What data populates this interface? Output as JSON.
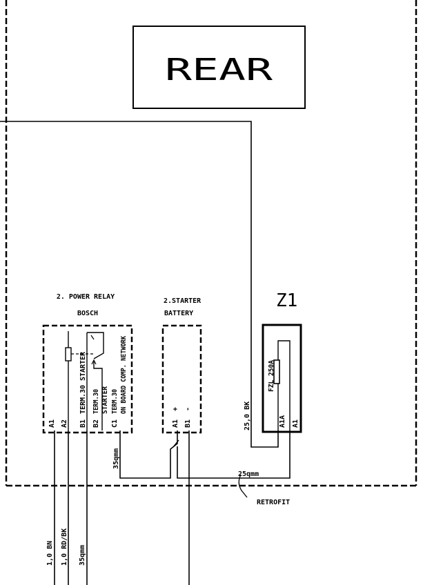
{
  "title_box": {
    "label": "REAR"
  },
  "power_relay": {
    "title_line1": "2. POWER RELAY",
    "title_line2": "BOSCH",
    "pins": {
      "a1": "A1",
      "a2": "A2",
      "b1": "B1",
      "b1_desc": "TERM.30 STARTER",
      "b2": "B2",
      "b2_desc_1": "TERM.30",
      "b2_desc_2": "STARTER",
      "c1": "C1",
      "c1_desc_1": "TERM.30",
      "c1_desc_2": "ON BOARD COMP. NETWORK"
    }
  },
  "starter_battery": {
    "title_line1": "2.STARTER",
    "title_line2": "BATTERY",
    "pins": {
      "a1": "A1",
      "plus": "+",
      "b1": "B1",
      "minus": "-"
    }
  },
  "fuse": {
    "title": "Z1",
    "rating": "FZL 250A",
    "pins": {
      "a1a": "A1A",
      "a1": "A1"
    }
  },
  "wires": {
    "bk_25": "25,0 BK",
    "mm35_c1": "35qmm",
    "mm25": "25qmm",
    "retrofit": "RETROFIT",
    "bn_1": "1,0 BN",
    "rdbk_1": "1,0 RD/BK",
    "mm35_b1": "35qmm"
  }
}
